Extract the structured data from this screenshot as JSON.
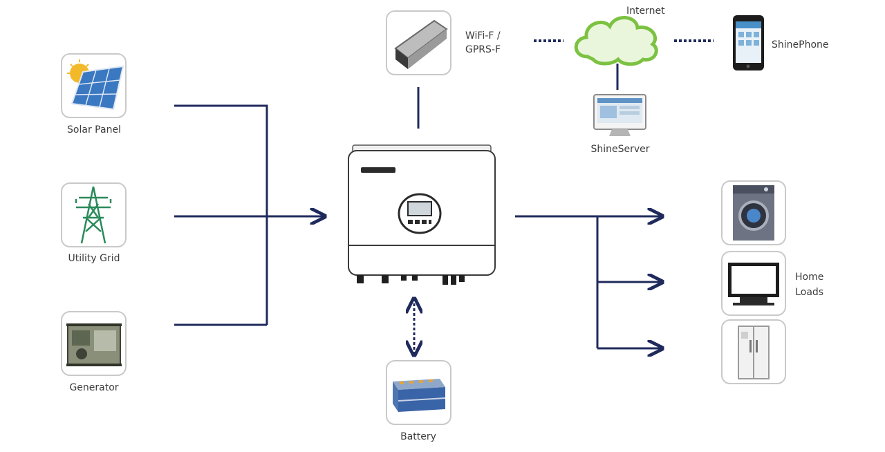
{
  "sources": [
    {
      "label": "Solar Panel",
      "icon": "solar-panel-icon"
    },
    {
      "label": "Utility Grid",
      "icon": "utility-grid-icon"
    },
    {
      "label": "Generator",
      "icon": "generator-icon"
    }
  ],
  "module": {
    "label": "WiFi-F / GPRS-F",
    "line1": "WiFi-F /",
    "line2": "GPRS-F",
    "icon": "wifi-module-icon"
  },
  "internet": {
    "label": "Internet",
    "icon": "cloud-icon"
  },
  "phone": {
    "label": "ShinePhone",
    "icon": "smartphone-icon"
  },
  "server": {
    "label": "ShineServer",
    "icon": "computer-monitor-icon"
  },
  "inverter": {
    "icon": "inverter-icon"
  },
  "battery": {
    "label": "Battery",
    "icon": "battery-icon"
  },
  "loads": {
    "label_line1": "Home",
    "label_line2": "Loads",
    "items": [
      {
        "icon": "washing-machine-icon"
      },
      {
        "icon": "television-icon"
      },
      {
        "icon": "refrigerator-icon"
      }
    ]
  },
  "colors": {
    "line": "#1f2a5c",
    "tile_border": "#c9c9c9",
    "cloud": "#7cc242"
  }
}
